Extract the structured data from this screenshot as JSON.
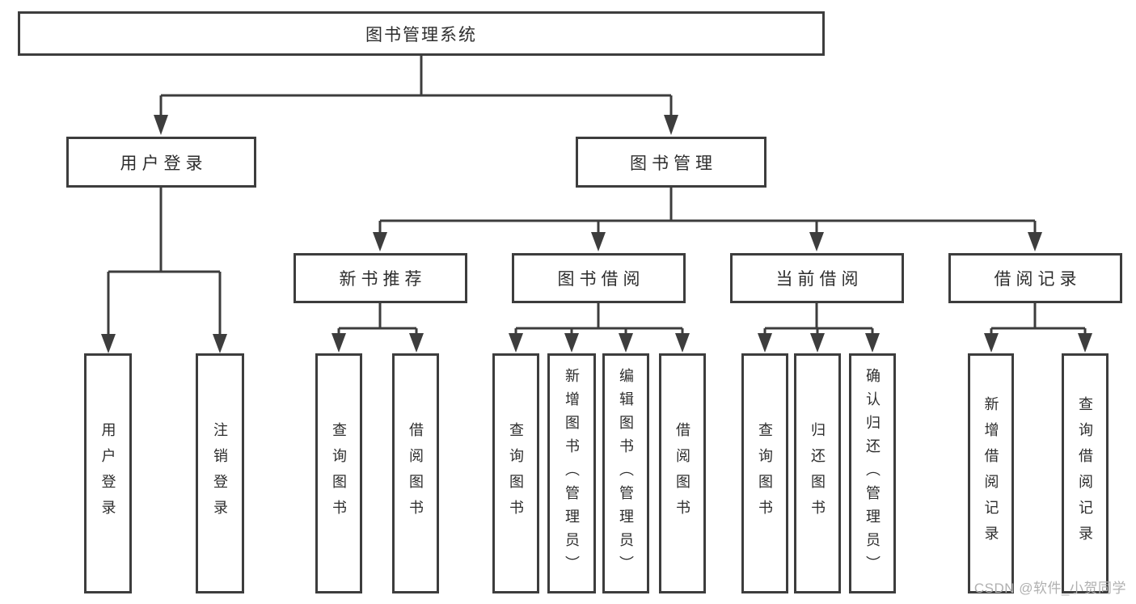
{
  "diagram": {
    "root": {
      "label": "图书管理系统"
    },
    "level2": [
      {
        "label": "用户登录"
      },
      {
        "label": "图书管理"
      }
    ],
    "level3": [
      {
        "label": "新书推荐"
      },
      {
        "label": "图书借阅"
      },
      {
        "label": "当前借阅"
      },
      {
        "label": "借阅记录"
      }
    ],
    "leaves": [
      {
        "label": "用户登录"
      },
      {
        "label": "注销登录"
      },
      {
        "label": "查询图书"
      },
      {
        "label": "借阅图书"
      },
      {
        "label": "查询图书"
      },
      {
        "label": "新增图书（管理员）"
      },
      {
        "label": "编辑图书（管理员）"
      },
      {
        "label": "借阅图书"
      },
      {
        "label": "查询图书"
      },
      {
        "label": "归还图书"
      },
      {
        "label": "确认归还（管理员）"
      },
      {
        "label": "新增借阅记录"
      },
      {
        "label": "查询借阅记录"
      }
    ]
  },
  "watermark": {
    "text": "CSDN @软件_小贺同学"
  },
  "colors": {
    "line": "#3d3d3d",
    "text": "#2d2d2d",
    "watermark": "#b0b0b0",
    "background": "#ffffff"
  }
}
